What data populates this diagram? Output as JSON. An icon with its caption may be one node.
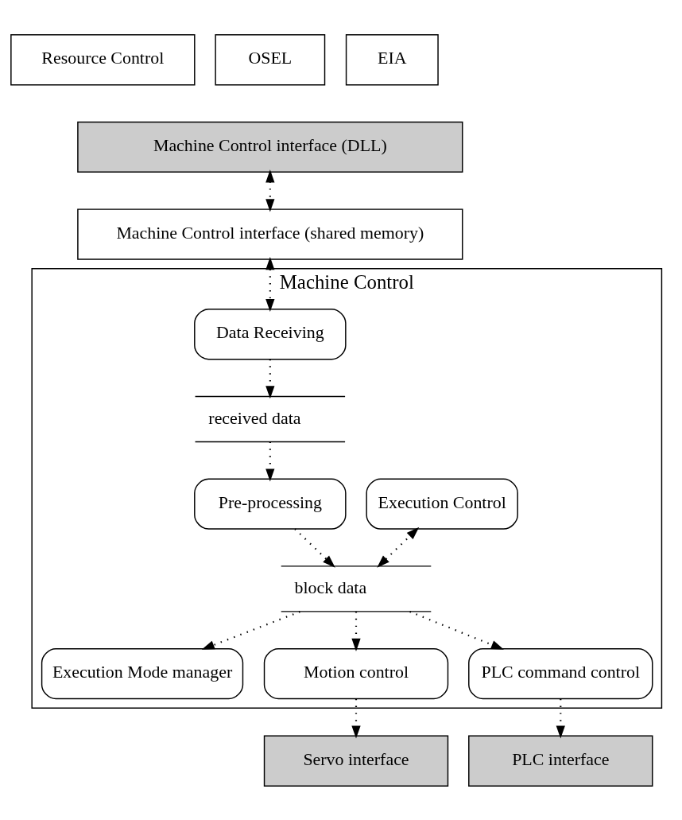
{
  "diagram": {
    "nodes": [
      {
        "text": [
          "Resource Control"
        ]
      },
      {
        "text": [
          "OSEL"
        ]
      },
      {
        "text": [
          "EIA"
        ]
      },
      {
        "text": [
          "Machine Control interface (DLL)"
        ]
      },
      {
        "text": [
          "Machine Control interface (shared memory)"
        ]
      },
      {
        "text": [
          "Machine Control"
        ]
      },
      {
        "text": [
          "Data Receiving"
        ],
        "in": 5
      },
      {
        "text": [
          "received data"
        ],
        "in": 5
      },
      {
        "text": [
          "Pre-processing"
        ],
        "in": 5
      },
      {
        "text": [
          "Execution Control"
        ],
        "in": 5
      },
      {
        "text": [
          "block data"
        ],
        "in": 5
      },
      {
        "text": [
          "Execution Mode manager"
        ],
        "in": 5
      },
      {
        "text": [
          "Motion control"
        ],
        "in": 5
      },
      {
        "text": [
          "PLC command control"
        ],
        "in": 5
      },
      {
        "text": [
          "Servo interface"
        ]
      },
      {
        "text": [
          "PLC interface"
        ]
      }
    ],
    "edges": [
      {
        "from": 3,
        "to": 4,
        "arrow": "both",
        "style": "dashed"
      },
      {
        "from": 4,
        "to": 6,
        "arrow": "both",
        "style": "dashed"
      },
      {
        "from": 6,
        "to": 7,
        "arrow": "to",
        "style": "dashed"
      },
      {
        "from": 7,
        "to": 8,
        "arrow": "to",
        "style": "dashed"
      },
      {
        "from": 8,
        "to": 10,
        "arrow": "to",
        "style": "dashed"
      },
      {
        "from": 10,
        "to": 9,
        "arrow": "both",
        "style": "dashed"
      },
      {
        "from": 10,
        "to": 11,
        "arrow": "to",
        "style": "dashed"
      },
      {
        "from": 10,
        "to": 12,
        "arrow": "to",
        "style": "dashed"
      },
      {
        "from": 10,
        "to": 13,
        "arrow": "to",
        "style": "dashed"
      },
      {
        "from": 12,
        "to": 14,
        "arrow": "to",
        "style": "dashed"
      },
      {
        "from": 13,
        "to": 15,
        "arrow": "to",
        "style": "dashed"
      }
    ]
  }
}
